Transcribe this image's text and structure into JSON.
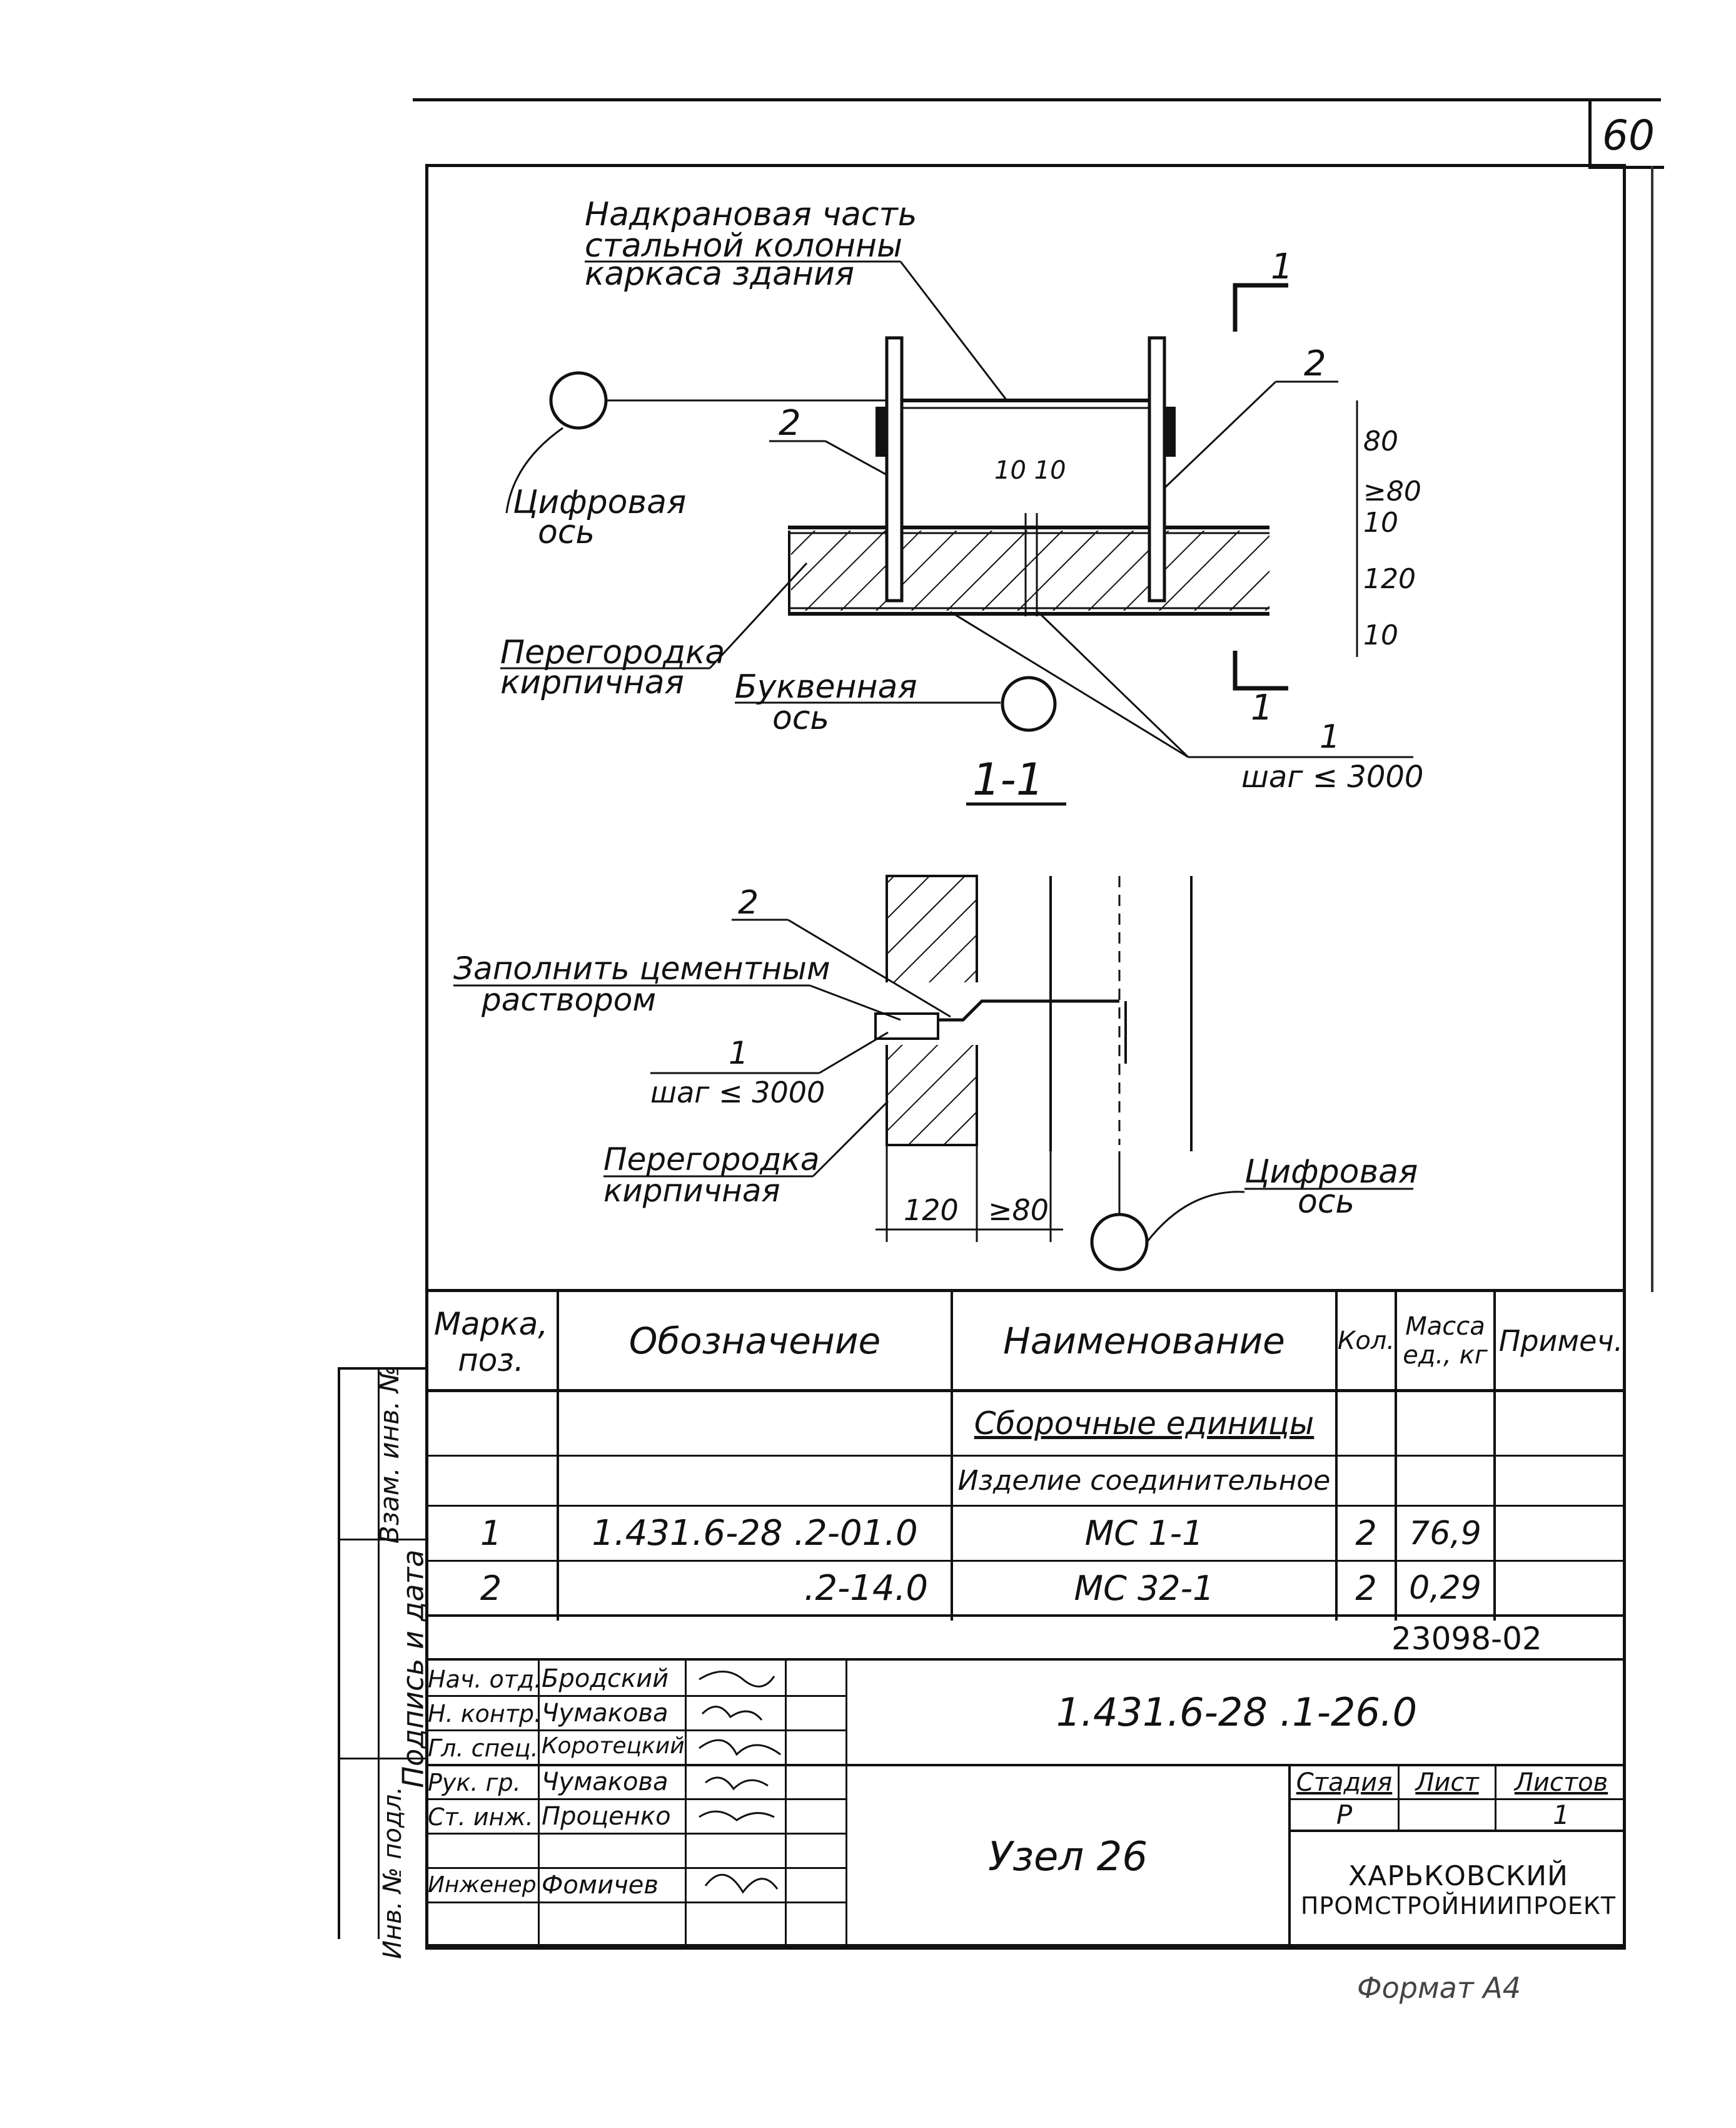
{
  "sheet_number": "60",
  "drawing": {
    "callout_column": [
      "Надкрановая часть",
      "стальной колонны",
      "каркаса здания"
    ],
    "label_digital_axis": [
      "Цифровая",
      "ось"
    ],
    "label_partition": [
      "Перегородка",
      "кирпичная"
    ],
    "label_letter_axis": [
      "Буквенная",
      "ось"
    ],
    "section_title": "1-1",
    "section_mark": "1",
    "pos_2": "2",
    "pos_1": "1",
    "step_note": "шаг ≤ 3000",
    "dims_gap": "10  10",
    "dims_right": [
      "80",
      "≥80",
      "10",
      "120",
      "10"
    ],
    "label_fill": [
      "Заполнить цементным",
      "раствором"
    ],
    "dims_bottom": [
      "120",
      "≥80"
    ]
  },
  "spec_table": {
    "headers": {
      "mark": [
        "Марка,",
        "поз."
      ],
      "designation": "Обозначение",
      "name": "Наименование",
      "qty": "Кол.",
      "mass": [
        "Масса",
        "ед., кг"
      ],
      "note": "Примеч."
    },
    "section_heading": "Сборочные единицы",
    "group_heading": "Изделие соединительное",
    "rows": [
      {
        "mark": "1",
        "designation": "1.431.6-28 .2-01.0",
        "name": "МС 1-1",
        "qty": "2",
        "mass": "76,9",
        "note": ""
      },
      {
        "mark": "2",
        "designation": ".2-14.0",
        "name": "МС 32-1",
        "qty": "2",
        "mass": "0,29",
        "note": ""
      }
    ],
    "inventory_number": "23098-02"
  },
  "title_block": {
    "signatures": [
      {
        "role": "Нач. отд.",
        "name": "Бродский"
      },
      {
        "role": "Н. контр.",
        "name": "Чумакова"
      },
      {
        "role": "Гл. спец.",
        "name": "Коротецкий"
      },
      {
        "role": "Рук. гр.",
        "name": "Чумакова"
      },
      {
        "role": "Ст. инж.",
        "name": "Проценко"
      },
      {
        "role": "Инженер",
        "name": "Фомичев"
      }
    ],
    "document_code": "1.431.6-28 .1-26.0",
    "stage_header": "Стадия",
    "sheet_header": "Лист",
    "sheets_header": "Листов",
    "stage_value": "Р",
    "sheets_value": "1",
    "node_title": "Узел 26",
    "organization": [
      "ХАРЬКОВСКИЙ",
      "ПРОМСТРОЙНИИПРОЕКТ"
    ]
  },
  "side_stamp": [
    "Инв. № подл.",
    "Подпись и дата",
    "Взам. инв. №"
  ],
  "format_note": "Формат А4"
}
